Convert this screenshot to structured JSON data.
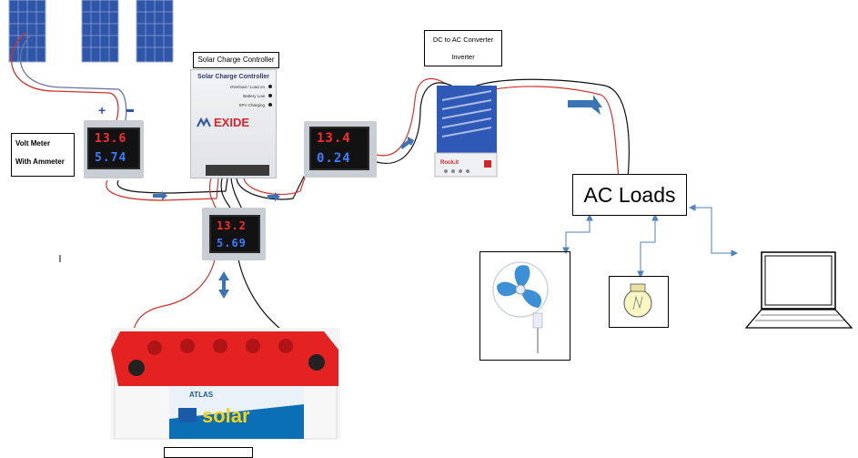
{
  "labels": {
    "volt_meter_line1": "Volt Meter",
    "volt_meter_line2": "With Ammeter",
    "charge_controller": "Solar Charge Controller",
    "converter_line1": "DC to AC Converter",
    "converter_line2": "Inverter",
    "ac_loads": "AC Loads"
  },
  "controller_panel": {
    "title": "Solar Charge Controller",
    "indicators": [
      "Overload / Load on",
      "Battery Low",
      "SPV Charging"
    ],
    "brand": "EXIDE"
  },
  "meters": {
    "panel_meter": {
      "voltage": "13.6",
      "current": "5.74"
    },
    "load_meter": {
      "voltage": "13.4",
      "current": "0.24"
    },
    "battery_meter": {
      "voltage": "13.2",
      "current": "5.69"
    }
  },
  "battery": {
    "brand": "ATLAS",
    "label": "solar"
  },
  "inverter": {
    "brand": "Rock.it"
  },
  "polarity": {
    "positive": "+",
    "negative": "-"
  },
  "colors": {
    "red_wire": "#d0342c",
    "black_wire": "#111111",
    "solar_blue": "#2f56a8",
    "arrow_blue": "#3b74b5",
    "battery_red": "#e42222",
    "load_link": "#4f81bd"
  }
}
